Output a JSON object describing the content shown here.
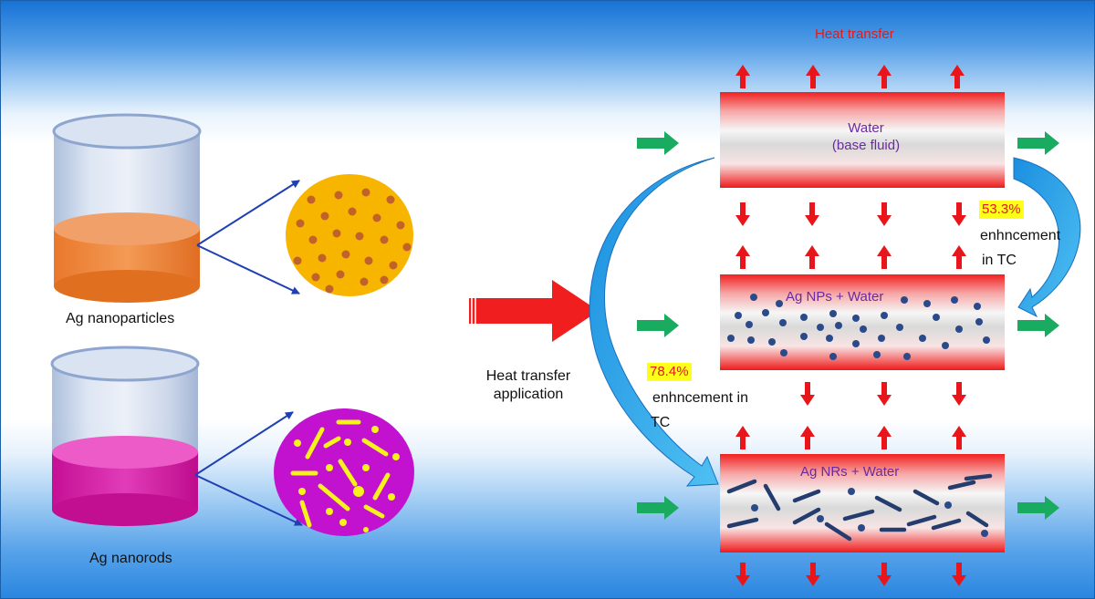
{
  "labels": {
    "ag_nanoparticles": "Ag nanoparticles",
    "ag_nanorods": "Ag nanorods",
    "heat_transfer_application_line1": "Heat transfer",
    "heat_transfer_application_line2": "application",
    "heat_transfer_top": "Heat transfer",
    "pipe_water_line1": "Water",
    "pipe_water_line2": "(base fluid)",
    "pipe_nps": "Ag NPs + Water",
    "pipe_nrs": "Ag NRs + Water",
    "np_enhancement_value": "53.3%",
    "np_enhancement_line1": "enhncement",
    "np_enhancement_line2": "in TC",
    "nr_enhancement_value": "78.4%",
    "nr_enhancement_line1": "enhncement in",
    "nr_enhancement_line2": "TC"
  },
  "colors": {
    "nanoparticle_fluid": "#ee7d2c",
    "nanorod_fluid": "#d51aa3",
    "np_zoom_fill": "#f7b500",
    "np_dot": "#c0622a",
    "nr_zoom_fill": "#c312cf",
    "nr_rod": "#f7f21c",
    "heat_arrow": "#e8151b",
    "flow_arrow": "#19ab5f",
    "curved_arrow": "#2aa3e8",
    "particle": "#2a4a8a",
    "highlight": "#ffff1a"
  },
  "icons": {
    "beaker": "beaker-icon",
    "heat_arrow": "arrow-up-icon / arrow-down-icon",
    "flow_arrow": "arrow-right-icon"
  }
}
